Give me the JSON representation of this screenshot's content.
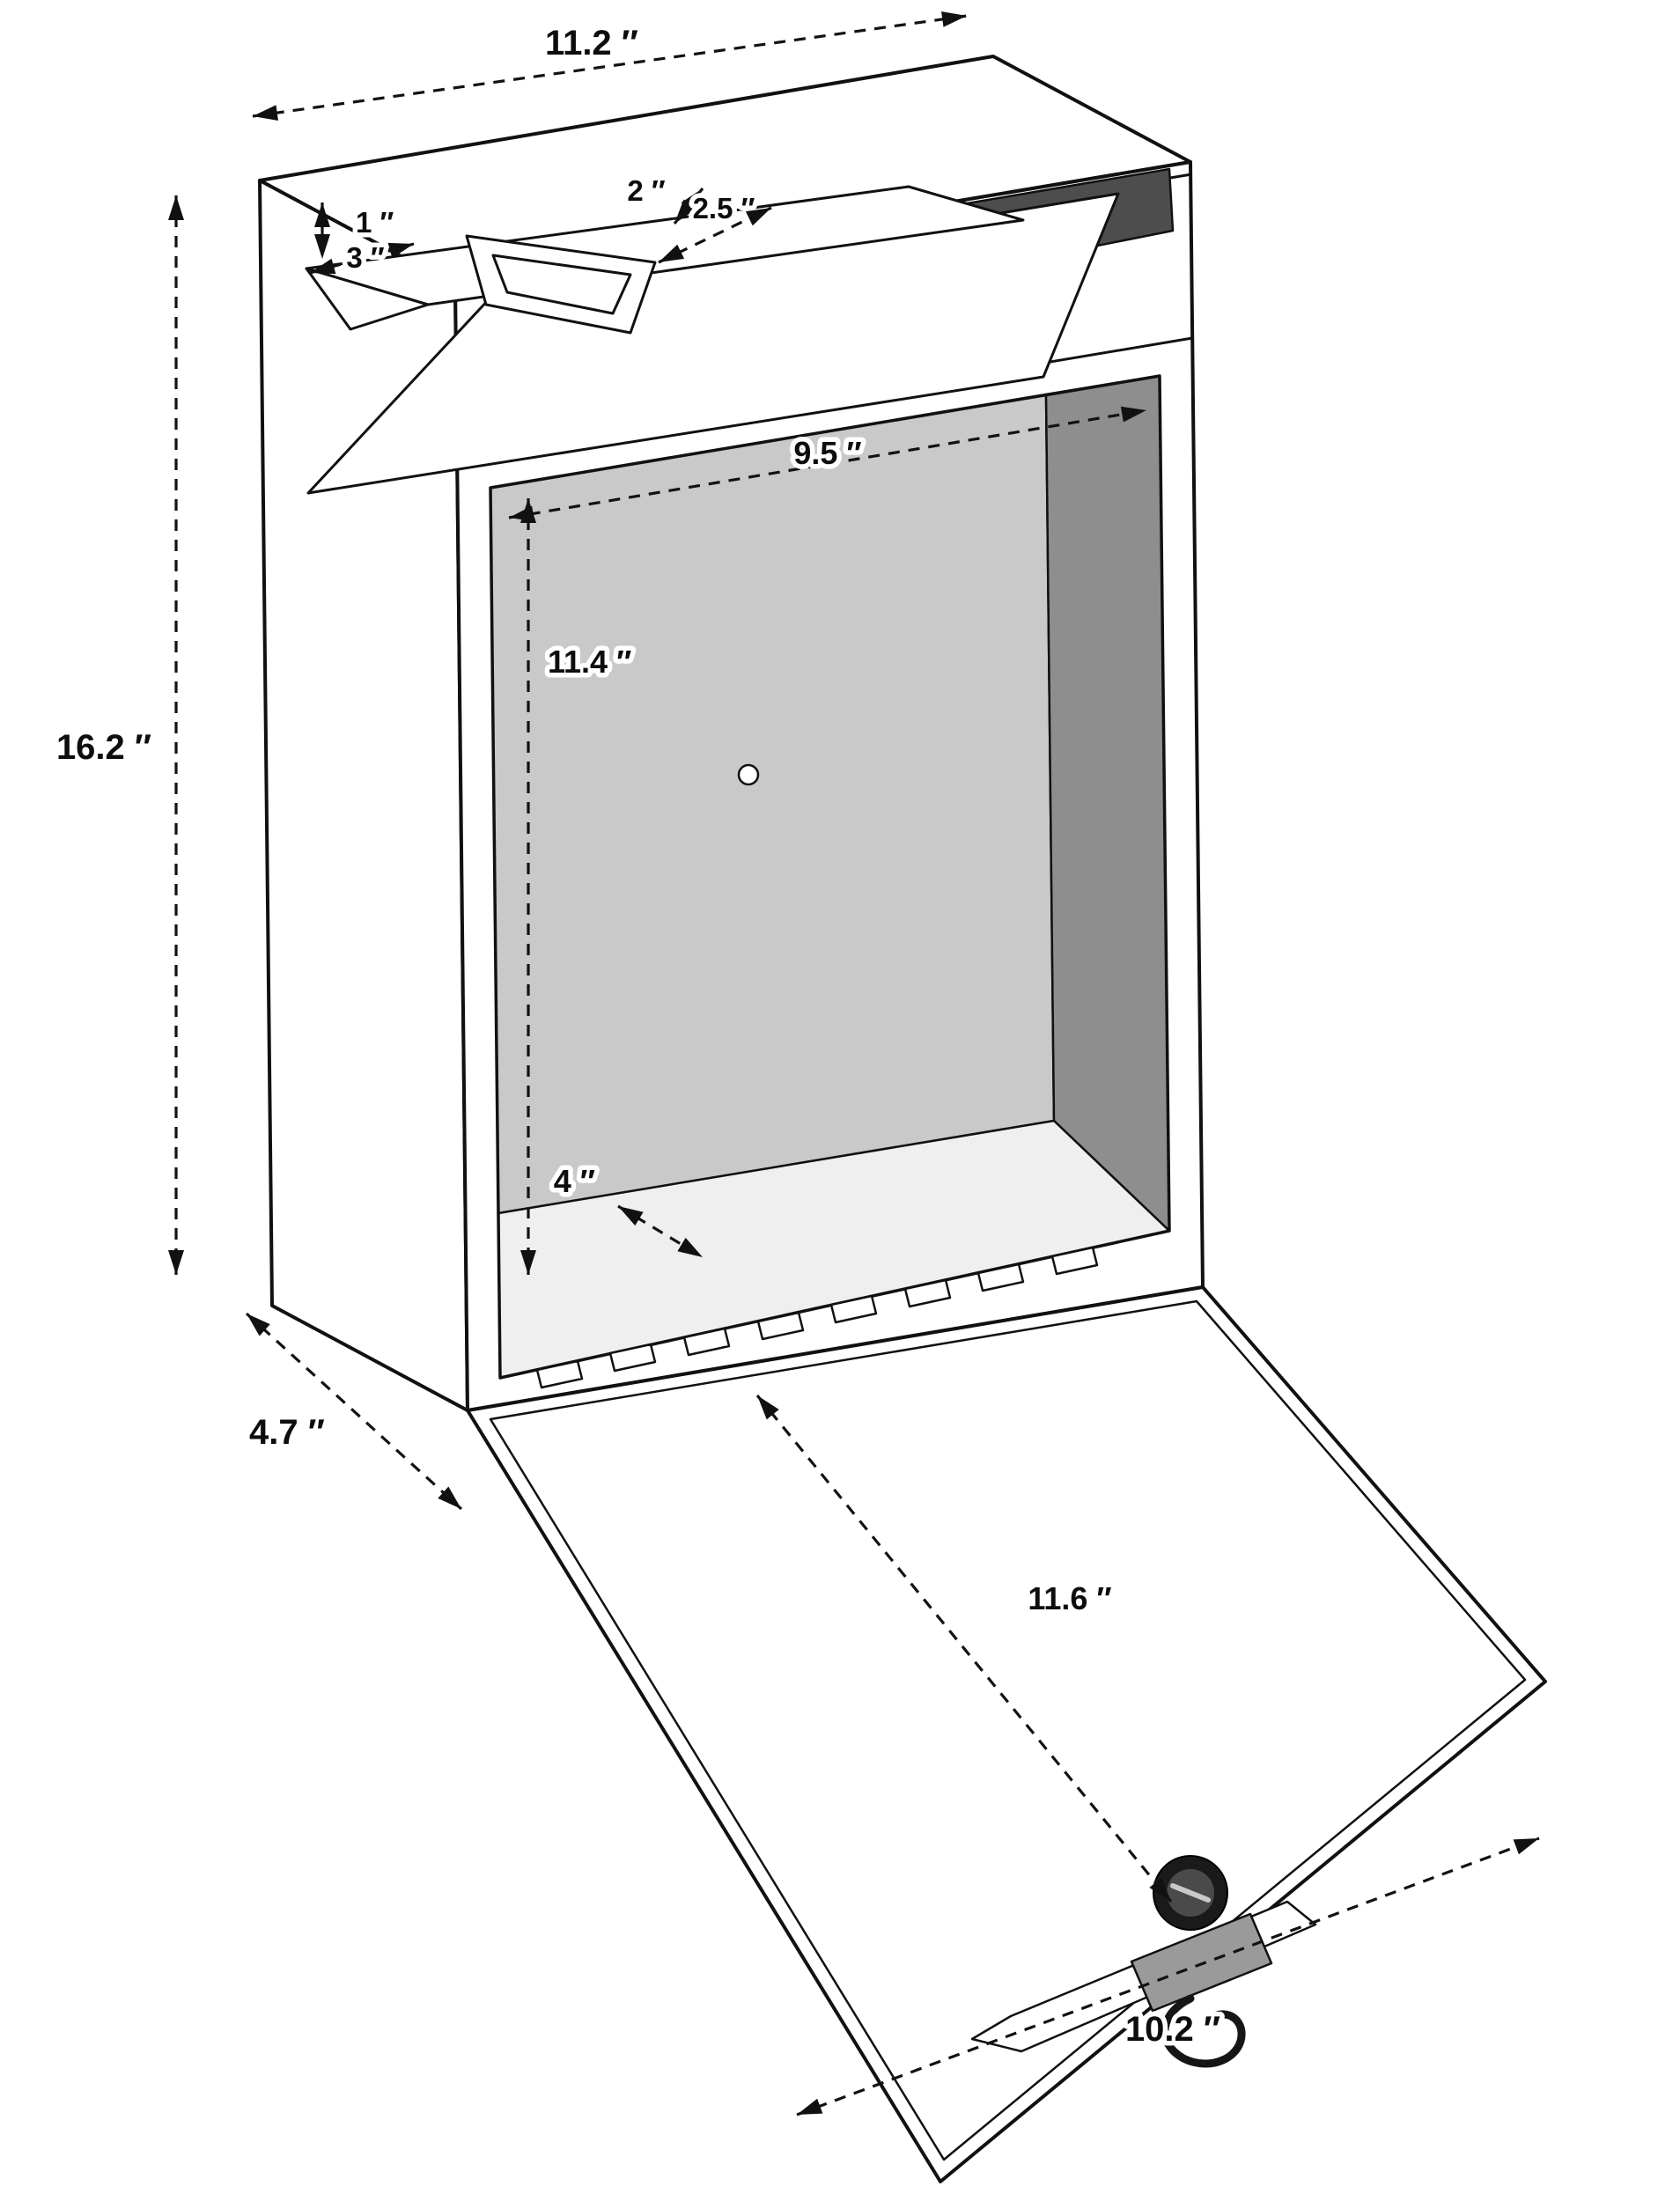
{
  "page": {
    "background": "#ffffff"
  },
  "diagram": {
    "name": "Locking drop box dimension diagram",
    "colors": {
      "line": "#111111",
      "surface": "#ffffff",
      "interior_panel": "#c9c9c9",
      "interior_side": "#8e8e8e",
      "slot_interior": "#4d4d4d",
      "floor": "#efefef",
      "bracket": "#9a9a9a"
    },
    "dimensions": {
      "overall_width": "11.2 ″",
      "overall_height": "16.2 ″",
      "overall_depth": "4.7 ″",
      "slot_gap": "1 ″",
      "flap_depth": "3 ″",
      "lip_height": "2 ″",
      "lip_depth": "2.5 ″",
      "interior_width": "9.5 ″",
      "interior_height": "11.4 ″",
      "floor_depth": "4 ″",
      "door_length": "11.6 ″",
      "door_width": "10.2 ″"
    }
  }
}
